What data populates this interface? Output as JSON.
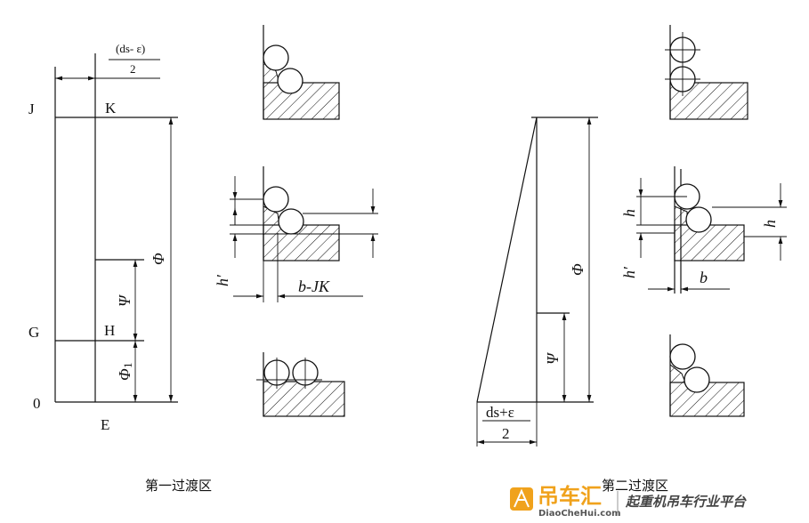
{
  "labels": {
    "J": "J",
    "K": "K",
    "G": "G",
    "H": "H",
    "O": "0",
    "E": "E",
    "phi": "Φ",
    "psi": "Ψ",
    "phi1": "Φ",
    "phi1_sub": "1",
    "h_prime": "h′",
    "bJK": "b-JK",
    "h": "h",
    "b": "b",
    "phi_right": "Φ",
    "psi_right": "Ψ",
    "h_right_left": "h",
    "h_right_right": "h",
    "h_prime_right": "h′"
  },
  "fractions": {
    "left_num": "(ds- ε)",
    "left_den": "2",
    "right_num": "ds+ε",
    "right_den": "2"
  },
  "captions": {
    "first": "第一过渡区",
    "second": "第二过渡区"
  },
  "watermark": {
    "brand": "吊车汇",
    "site": "DiaoCheHui.com",
    "slogan": "起重机吊车行业平台"
  }
}
